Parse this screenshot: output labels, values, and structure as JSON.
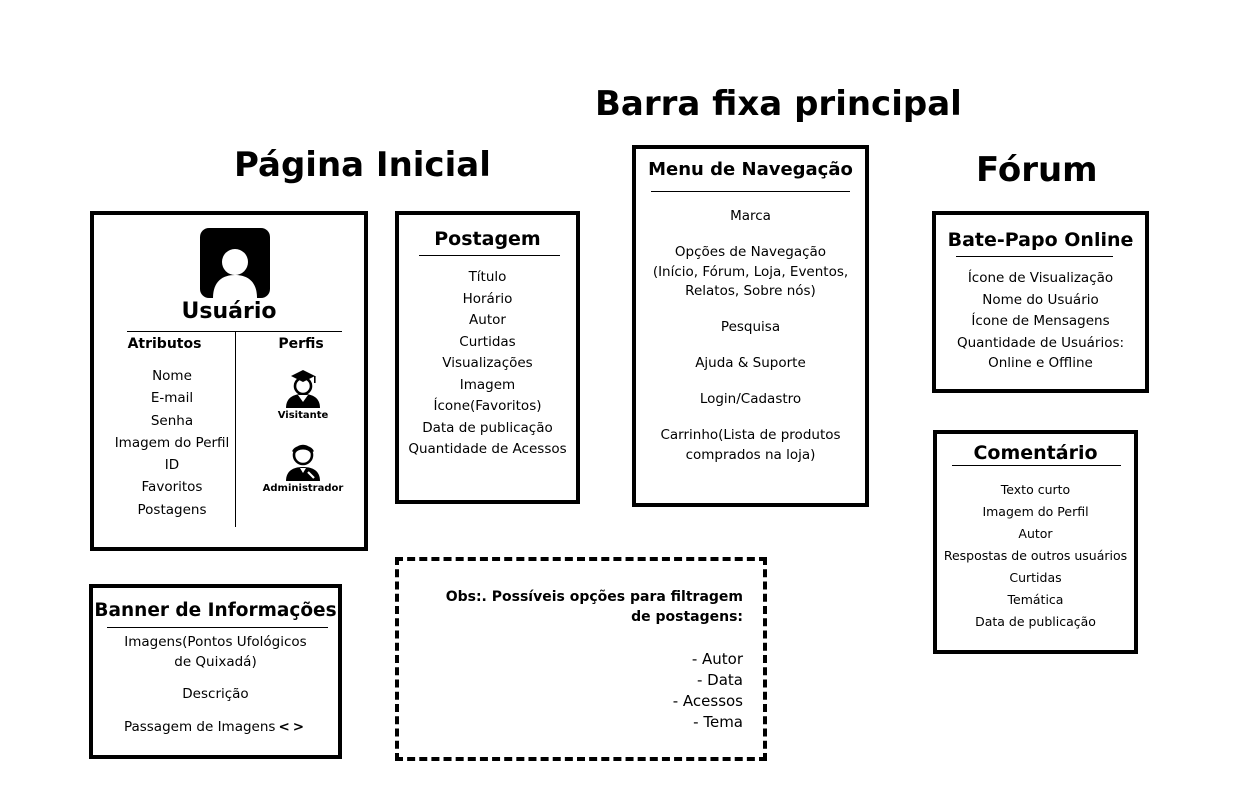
{
  "headings": {
    "main_bar": "Barra fixa principal",
    "home": "Página Inicial",
    "forum": "Fórum"
  },
  "user_box": {
    "title": "Usuário",
    "attributes_header": "Atributos",
    "profiles_header": "Perfis",
    "attributes": [
      "Nome",
      "E-mail",
      "Senha",
      "Imagem do Perfil",
      "ID",
      "Favoritos",
      "Postagens"
    ],
    "profiles": [
      "Visitante",
      "Administrador"
    ]
  },
  "post_box": {
    "title": "Postagem",
    "items": [
      "Título",
      "Horário",
      "Autor",
      "Curtidas",
      "Visualizações",
      "Imagem",
      "Ícone(Favoritos)",
      "Data de publicação",
      "Quantidade de Acessos"
    ]
  },
  "nav_box": {
    "title": "Menu de Navegação",
    "items": [
      [
        "Marca"
      ],
      [
        "Opções de Navegação",
        "(Início, Fórum, Loja, Eventos,",
        "Relatos, Sobre nós)"
      ],
      [
        "Pesquisa"
      ],
      [
        "Ajuda & Suporte"
      ],
      [
        "Login/Cadastro"
      ],
      [
        "Carrinho(Lista de produtos",
        "comprados na loja)"
      ]
    ]
  },
  "chat_box": {
    "title": "Bate-Papo Online",
    "items": [
      "Ícone de Visualização",
      "Nome do Usuário",
      "Ícone de Mensagens",
      "Quantidade de Usuários:",
      "Online e Offline"
    ]
  },
  "comment_box": {
    "title": "Comentário",
    "items": [
      "Texto curto",
      "Imagem do Perfil",
      "Autor",
      "Respostas de outros usuários",
      "Curtidas",
      "Temática",
      "Data de publicação"
    ]
  },
  "banner_box": {
    "title": "Banner de Informações",
    "images_line1": "Imagens(Pontos Ufológicos",
    "images_line2": "de Quixadá)",
    "description": "Descrição",
    "carousel_label": "Passagem de Imagens",
    "prev_arrow": "<",
    "next_arrow": ">"
  },
  "obs_box": {
    "note_line1": "Obs:. Possíveis opções para filtragem",
    "note_line2": "de postagens:",
    "options": [
      "- Autor",
      "- Data",
      "- Acessos",
      "- Tema"
    ]
  },
  "icons": {
    "user_avatar": "user-avatar-icon",
    "visitor": "visitor-person-icon",
    "admin": "admin-person-icon"
  }
}
